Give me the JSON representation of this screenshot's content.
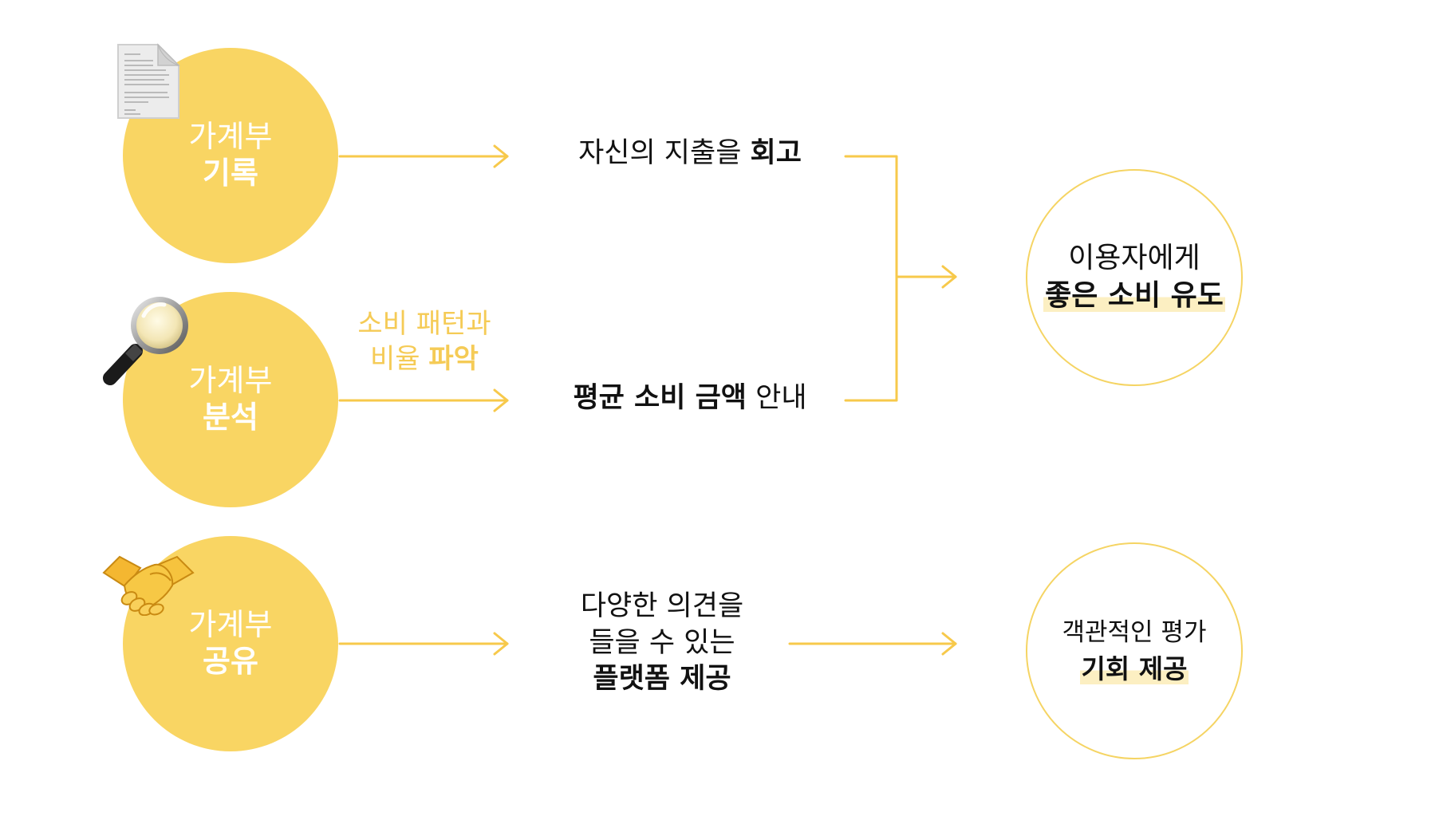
{
  "colors": {
    "circle_fill": "#F9D563",
    "line": "#F7C94B",
    "side_note": "#F5CB56",
    "outline": "#F5D463",
    "highlight": "#FCEFC2"
  },
  "circles": [
    {
      "line1": "가계부",
      "line2": "기록",
      "icon": "document-icon"
    },
    {
      "line1": "가계부",
      "line2": "분석",
      "icon": "magnifier-icon"
    },
    {
      "line1": "가계부",
      "line2": "공유",
      "icon": "handshake-icon"
    }
  ],
  "middle": {
    "recall": {
      "normal": "자신의 지출을 ",
      "bold": "회고"
    },
    "average": {
      "bold": "평균 소비 금액",
      "normal": " 안내"
    },
    "platform": {
      "line1": "다양한 의견을",
      "line2": "들을 수 있는",
      "bold": "플랫폼 제공"
    }
  },
  "side_note": {
    "line1": "소비 패턴과",
    "line2_normal": "비율 ",
    "line2_bold": "파악"
  },
  "results": [
    {
      "line1": "이용자에게",
      "line2": "좋은 소비 유도"
    },
    {
      "line1": "객관적인 평가",
      "line2": "기회 제공"
    }
  ]
}
